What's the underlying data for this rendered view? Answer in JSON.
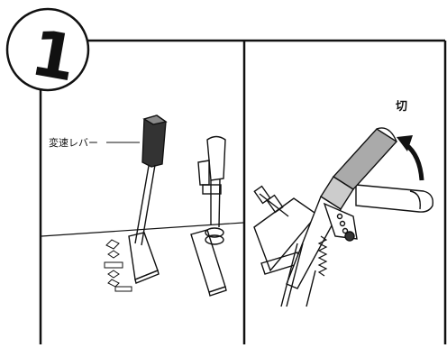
{
  "step": {
    "number": "1"
  },
  "left_panel": {
    "lever_label": "変速レバー"
  },
  "right_panel": {
    "position_label": "切"
  }
}
